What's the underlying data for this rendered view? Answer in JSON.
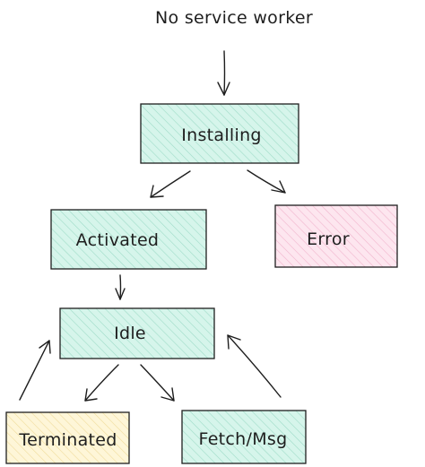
{
  "start": {
    "label": "No service worker"
  },
  "nodes": {
    "installing": {
      "label": "Installing",
      "fill": "#c3f0e2"
    },
    "activated": {
      "label": "Activated",
      "fill": "#c3f0e2"
    },
    "error": {
      "label": "Error",
      "fill": "#fbd7e6"
    },
    "idle": {
      "label": "Idle",
      "fill": "#c3f0e2"
    },
    "terminated": {
      "label": "Terminated",
      "fill": "#fdf0c4"
    },
    "fetch": {
      "label": "Fetch/Msg",
      "fill": "#c3f0e2"
    }
  },
  "edges": [
    {
      "from": "start",
      "to": "installing"
    },
    {
      "from": "installing",
      "to": "activated"
    },
    {
      "from": "installing",
      "to": "error"
    },
    {
      "from": "activated",
      "to": "idle"
    },
    {
      "from": "idle",
      "to": "terminated"
    },
    {
      "from": "idle",
      "to": "fetch"
    },
    {
      "from": "terminated",
      "to": "idle"
    },
    {
      "from": "fetch",
      "to": "idle"
    }
  ]
}
